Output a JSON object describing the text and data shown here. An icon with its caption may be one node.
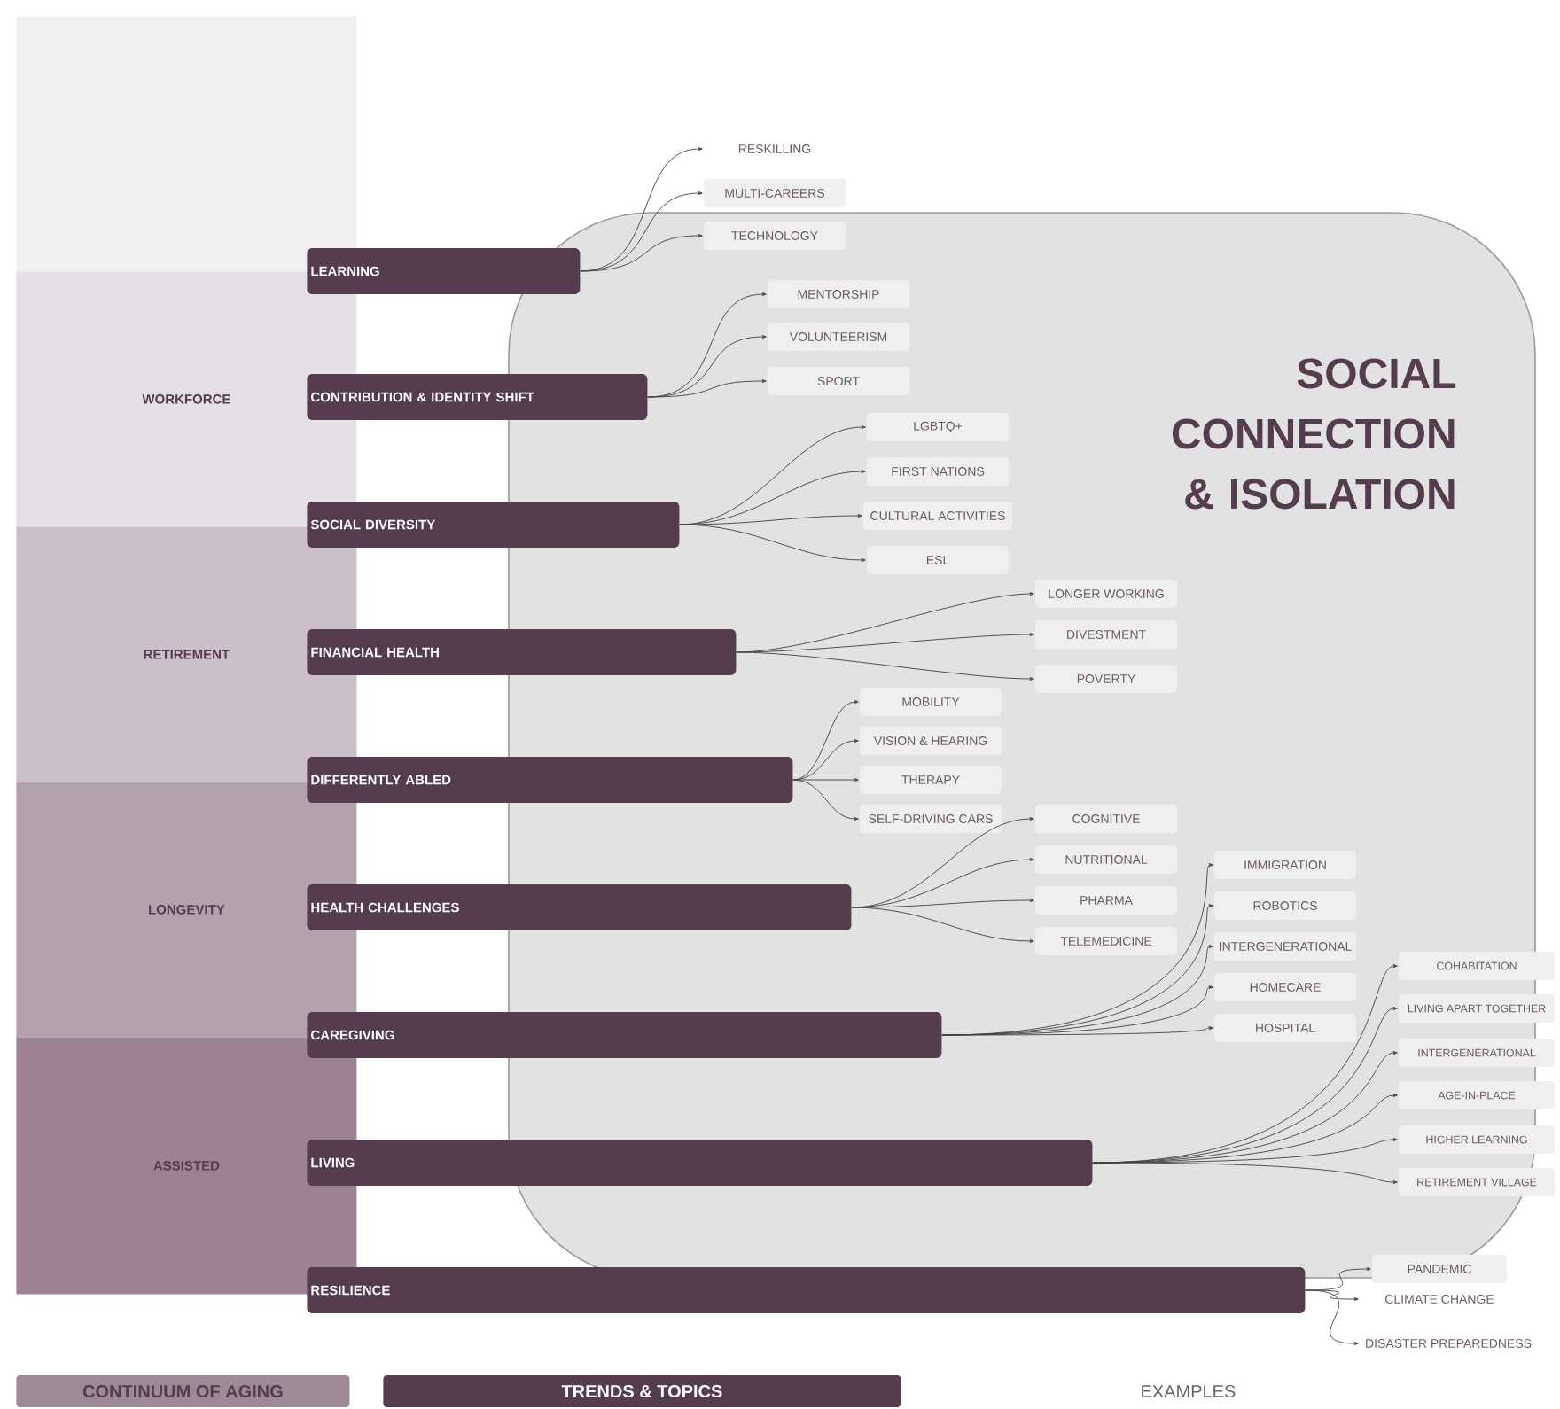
{
  "diagram": {
    "nodes": [
      {
        "text": [],
        "shape": "box"
      },
      {
        "text": [
          "WORKFORCE"
        ]
      },
      {
        "text": [
          "RETIREMENT"
        ]
      },
      {
        "text": [
          "LONGEVITY"
        ]
      },
      {
        "text": [
          "ASSISTED"
        ]
      },
      {
        "text": [
          "SOCIAL CONNECTION & ISOLATION"
        ]
      },
      {
        "text": [
          "LEARNING"
        ]
      },
      {
        "text": [
          "CONTRIBUTION & IDENTITY SHIFT"
        ]
      },
      {
        "text": [
          "SOCIAL DIVERSITY"
        ]
      },
      {
        "text": [
          "FINANCIAL HEALTH"
        ]
      },
      {
        "text": [
          "DIFFERENTLY ABLED"
        ]
      },
      {
        "text": [
          "HEALTH CHALLENGES"
        ]
      },
      {
        "text": [
          "CAREGIVING"
        ]
      },
      {
        "text": [
          "LIVING"
        ]
      },
      {
        "text": [
          "RESILIENCE"
        ]
      },
      {
        "text": [
          "RESKILLING"
        ]
      },
      {
        "text": [
          "MULTI-CAREERS"
        ]
      },
      {
        "text": [
          "TECHNOLOGY"
        ],
        "in": 5
      },
      {
        "text": [
          "MENTORSHIP"
        ],
        "in": 5
      },
      {
        "text": [
          "VOLUNTEERISM"
        ],
        "in": 5
      },
      {
        "text": [
          "SPORT"
        ],
        "in": 5
      },
      {
        "text": [
          "LGBTQ+"
        ],
        "in": 5
      },
      {
        "text": [
          "FIRST NATIONS"
        ],
        "in": 5
      },
      {
        "text": [
          "CULTURAL ACTIVITIES"
        ],
        "in": 5
      },
      {
        "text": [
          "ESL"
        ],
        "in": 5
      },
      {
        "text": [
          "LONGER WORKING"
        ],
        "in": 5
      },
      {
        "text": [
          "DIVESTMENT"
        ],
        "in": 5
      },
      {
        "text": [
          "POVERTY"
        ],
        "in": 5
      },
      {
        "text": [
          "MOBILITY"
        ],
        "in": 5
      },
      {
        "text": [
          "VISION & HEARING"
        ],
        "in": 5
      },
      {
        "text": [
          "THERAPY"
        ],
        "in": 5
      },
      {
        "text": [
          "SELF-DRIVING CARS"
        ],
        "in": 5
      },
      {
        "text": [
          "COGNITIVE"
        ],
        "in": 5
      },
      {
        "text": [
          "NUTRITIONAL"
        ],
        "in": 5
      },
      {
        "text": [
          "PHARMA"
        ],
        "in": 5
      },
      {
        "text": [
          "TELEMEDICINE"
        ],
        "in": 5
      },
      {
        "text": [
          "IMMIGRATION"
        ],
        "in": 5
      },
      {
        "text": [
          "ROBOTICS"
        ],
        "in": 5
      },
      {
        "text": [
          "INTERGENERATIONAL"
        ],
        "in": 5
      },
      {
        "text": [
          "HOMECARE"
        ],
        "in": 5
      },
      {
        "text": [
          "HOSPITAL"
        ],
        "in": 5
      },
      {
        "text": [
          "COHABITATION"
        ]
      },
      {
        "text": [
          "LIVING APART TOGETHER"
        ]
      },
      {
        "text": [
          "INTERGENERATIONAL"
        ]
      },
      {
        "text": [
          "AGE-IN-PLACE"
        ]
      },
      {
        "text": [
          "HIGHER LEARNING"
        ]
      },
      {
        "text": [
          "RETIREMENT VILLAGE"
        ]
      },
      {
        "text": [
          "PANDEMIC"
        ]
      },
      {
        "text": [
          "CLIMATE CHANGE"
        ]
      },
      {
        "text": [
          "DISASTER PREPAREDNESS"
        ]
      }
    ],
    "edges": [
      {
        "from": 6,
        "to": 15,
        "arrow": "to"
      },
      {
        "from": 6,
        "to": 16,
        "arrow": "to"
      },
      {
        "from": 6,
        "to": 17,
        "arrow": "to"
      },
      {
        "from": 7,
        "to": 18,
        "arrow": "to"
      },
      {
        "from": 7,
        "to": 19,
        "arrow": "to"
      },
      {
        "from": 7,
        "to": 20,
        "arrow": "to"
      },
      {
        "from": 8,
        "to": 21,
        "arrow": "to"
      },
      {
        "from": 8,
        "to": 22,
        "arrow": "to"
      },
      {
        "from": 8,
        "to": 23,
        "arrow": "to"
      },
      {
        "from": 8,
        "to": 24,
        "arrow": "to"
      },
      {
        "from": 9,
        "to": 25,
        "arrow": "to"
      },
      {
        "from": 9,
        "to": 26,
        "arrow": "to"
      },
      {
        "from": 9,
        "to": 27,
        "arrow": "to"
      },
      {
        "from": 10,
        "to": 28,
        "arrow": "to"
      },
      {
        "from": 10,
        "to": 29,
        "arrow": "to"
      },
      {
        "from": 10,
        "to": 30,
        "arrow": "to"
      },
      {
        "from": 10,
        "to": 31,
        "arrow": "to"
      },
      {
        "from": 11,
        "to": 32,
        "arrow": "to"
      },
      {
        "from": 11,
        "to": 33,
        "arrow": "to"
      },
      {
        "from": 11,
        "to": 34,
        "arrow": "to"
      },
      {
        "from": 11,
        "to": 35,
        "arrow": "to"
      },
      {
        "from": 12,
        "to": 36,
        "arrow": "to"
      },
      {
        "from": 12,
        "to": 37,
        "arrow": "to"
      },
      {
        "from": 12,
        "to": 38,
        "arrow": "to"
      },
      {
        "from": 12,
        "to": 39,
        "arrow": "to"
      },
      {
        "from": 12,
        "to": 40,
        "arrow": "to"
      },
      {
        "from": 13,
        "to": 41,
        "arrow": "to"
      },
      {
        "from": 13,
        "to": 42,
        "arrow": "to"
      },
      {
        "from": 13,
        "to": 43,
        "arrow": "to"
      },
      {
        "from": 13,
        "to": 44,
        "arrow": "to"
      },
      {
        "from": 13,
        "to": 45,
        "arrow": "to"
      },
      {
        "from": 13,
        "to": 46,
        "arrow": "to"
      },
      {
        "from": 14,
        "to": 47,
        "arrow": "to"
      },
      {
        "from": 14,
        "to": 48,
        "arrow": "to"
      },
      {
        "from": 14,
        "to": 49,
        "arrow": "to"
      }
    ],
    "legend": [
      {
        "text": "CONTINUUM OF AGING",
        "color": "#9e8a96"
      },
      {
        "text": "TRENDS & TOPICS",
        "color": "#553c4f"
      },
      {
        "text": "EXAMPLES"
      }
    ]
  }
}
